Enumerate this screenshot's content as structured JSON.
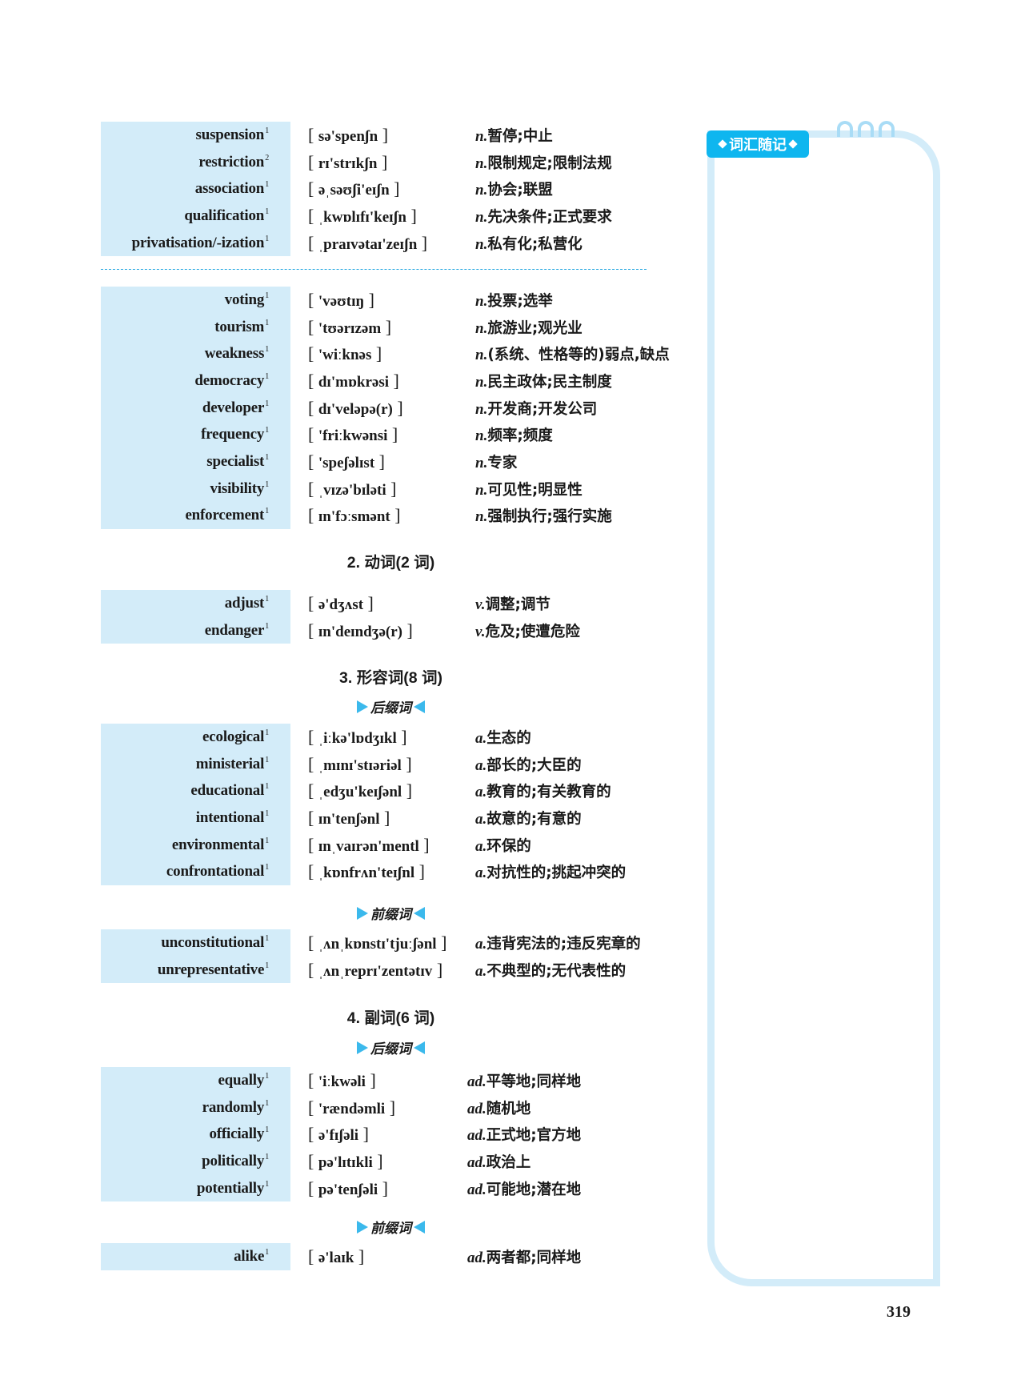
{
  "nouns_a": [
    {
      "word": "suspension",
      "freq": "1",
      "phon": "sə'spenʃn",
      "pos": "n.",
      "meaning": "暂停;中止"
    },
    {
      "word": "restriction",
      "freq": "2",
      "phon": "rɪ'strɪkʃn",
      "pos": "n.",
      "meaning": "限制规定;限制法规"
    },
    {
      "word": "association",
      "freq": "1",
      "phon": "əˌsəʊʃi'eɪʃn",
      "pos": "n.",
      "meaning": "协会;联盟"
    },
    {
      "word": "qualification",
      "freq": "1",
      "phon": "ˌkwɒlɪfɪ'keɪʃn",
      "pos": "n.",
      "meaning": "先决条件;正式要求"
    },
    {
      "word": "privatisation/-ization",
      "freq": "1",
      "phon": "ˌpraɪvətaɪ'zeɪʃn",
      "pos": "n.",
      "meaning": "私有化;私营化"
    }
  ],
  "nouns_b": [
    {
      "word": "voting",
      "freq": "1",
      "phon": "'vəʊtɪŋ",
      "pos": "n.",
      "meaning": "投票;选举"
    },
    {
      "word": "tourism",
      "freq": "1",
      "phon": "'tʊərɪzəm",
      "pos": "n.",
      "meaning": "旅游业;观光业"
    },
    {
      "word": "weakness",
      "freq": "1",
      "phon": "'wiːknəs",
      "pos": "n.",
      "meaning": "(系统、性格等的)弱点,缺点"
    },
    {
      "word": "democracy",
      "freq": "1",
      "phon": "dɪ'mɒkrəsi",
      "pos": "n.",
      "meaning": "民主政体;民主制度"
    },
    {
      "word": "developer",
      "freq": "1",
      "phon": "dɪ'veləpə(r)",
      "pos": "n.",
      "meaning": "开发商;开发公司"
    },
    {
      "word": "frequency",
      "freq": "1",
      "phon": "'friːkwənsi",
      "pos": "n.",
      "meaning": "频率;频度"
    },
    {
      "word": "specialist",
      "freq": "1",
      "phon": "'speʃəlɪst",
      "pos": "n.",
      "meaning": "专家"
    },
    {
      "word": "visibility",
      "freq": "1",
      "phon": "ˌvɪzə'bɪləti",
      "pos": "n.",
      "meaning": "可见性;明显性"
    },
    {
      "word": "enforcement",
      "freq": "1",
      "phon": "ɪn'fɔːsmənt",
      "pos": "n.",
      "meaning": "强制执行;强行实施"
    }
  ],
  "verbs_heading": "2. 动词(2 词)",
  "verbs": [
    {
      "word": "adjust",
      "freq": "1",
      "phon": "ə'dʒʌst",
      "pos": "v.",
      "meaning": "调整;调节"
    },
    {
      "word": "endanger",
      "freq": "1",
      "phon": "ɪn'deɪndʒə(r)",
      "pos": "v.",
      "meaning": "危及;使遭危险"
    }
  ],
  "adj_heading": "3. 形容词(8 词)",
  "suffix_label": "后缀词",
  "prefix_label": "前缀词",
  "adj_suffix": [
    {
      "word": "ecological",
      "freq": "1",
      "phon": "ˌiːkə'lɒdʒɪkl",
      "pos": "a.",
      "meaning": "生态的"
    },
    {
      "word": "ministerial",
      "freq": "1",
      "phon": "ˌmɪnɪ'stɪəriəl",
      "pos": "a.",
      "meaning": "部长的;大臣的"
    },
    {
      "word": "educational",
      "freq": "1",
      "phon": "ˌedʒu'keɪʃənl",
      "pos": "a.",
      "meaning": "教育的;有关教育的"
    },
    {
      "word": "intentional",
      "freq": "1",
      "phon": "ɪn'tenʃənl",
      "pos": "a.",
      "meaning": "故意的;有意的"
    },
    {
      "word": "environmental",
      "freq": "1",
      "phon": "ɪnˌvaɪrən'mentl",
      "pos": "a.",
      "meaning": "环保的"
    },
    {
      "word": "confrontational",
      "freq": "1",
      "phon": "ˌkɒnfrʌn'teɪʃnl",
      "pos": "a.",
      "meaning": "对抗性的;挑起冲突的"
    }
  ],
  "adj_prefix": [
    {
      "word": "unconstitutional",
      "freq": "1",
      "phon": "ˌʌnˌkɒnstɪ'tjuːʃənl",
      "pos": "a.",
      "meaning": "违背宪法的;违反宪章的"
    },
    {
      "word": "unrepresentative",
      "freq": "1",
      "phon": "ˌʌnˌreprɪ'zentətɪv",
      "pos": "a.",
      "meaning": "不典型的;无代表性的"
    }
  ],
  "adv_heading": "4. 副词(6 词)",
  "adv_suffix": [
    {
      "word": "equally",
      "freq": "1",
      "phon": "'iːkwəli",
      "pos": "ad.",
      "meaning": "平等地;同样地"
    },
    {
      "word": "randomly",
      "freq": "1",
      "phon": "'rændəmli",
      "pos": "ad.",
      "meaning": "随机地"
    },
    {
      "word": "officially",
      "freq": "1",
      "phon": "ə'fɪʃəli",
      "pos": "ad.",
      "meaning": "正式地;官方地"
    },
    {
      "word": "politically",
      "freq": "1",
      "phon": "pə'lɪtɪkli",
      "pos": "ad.",
      "meaning": "政治上"
    },
    {
      "word": "potentially",
      "freq": "1",
      "phon": "pə'tenʃəli",
      "pos": "ad.",
      "meaning": "可能地;潜在地"
    }
  ],
  "adv_prefix": [
    {
      "word": "alike",
      "freq": "1",
      "phon": "ə'laɪk",
      "pos": "ad.",
      "meaning": "两者都;同样地"
    }
  ],
  "notes_panel": {
    "title": "词汇随记"
  },
  "page_number": "319",
  "colors": {
    "highlight": "#d3ecf9",
    "accent": "#0fb6ef",
    "triangle": "#3bb9ec",
    "separator": "#29a8e0"
  }
}
